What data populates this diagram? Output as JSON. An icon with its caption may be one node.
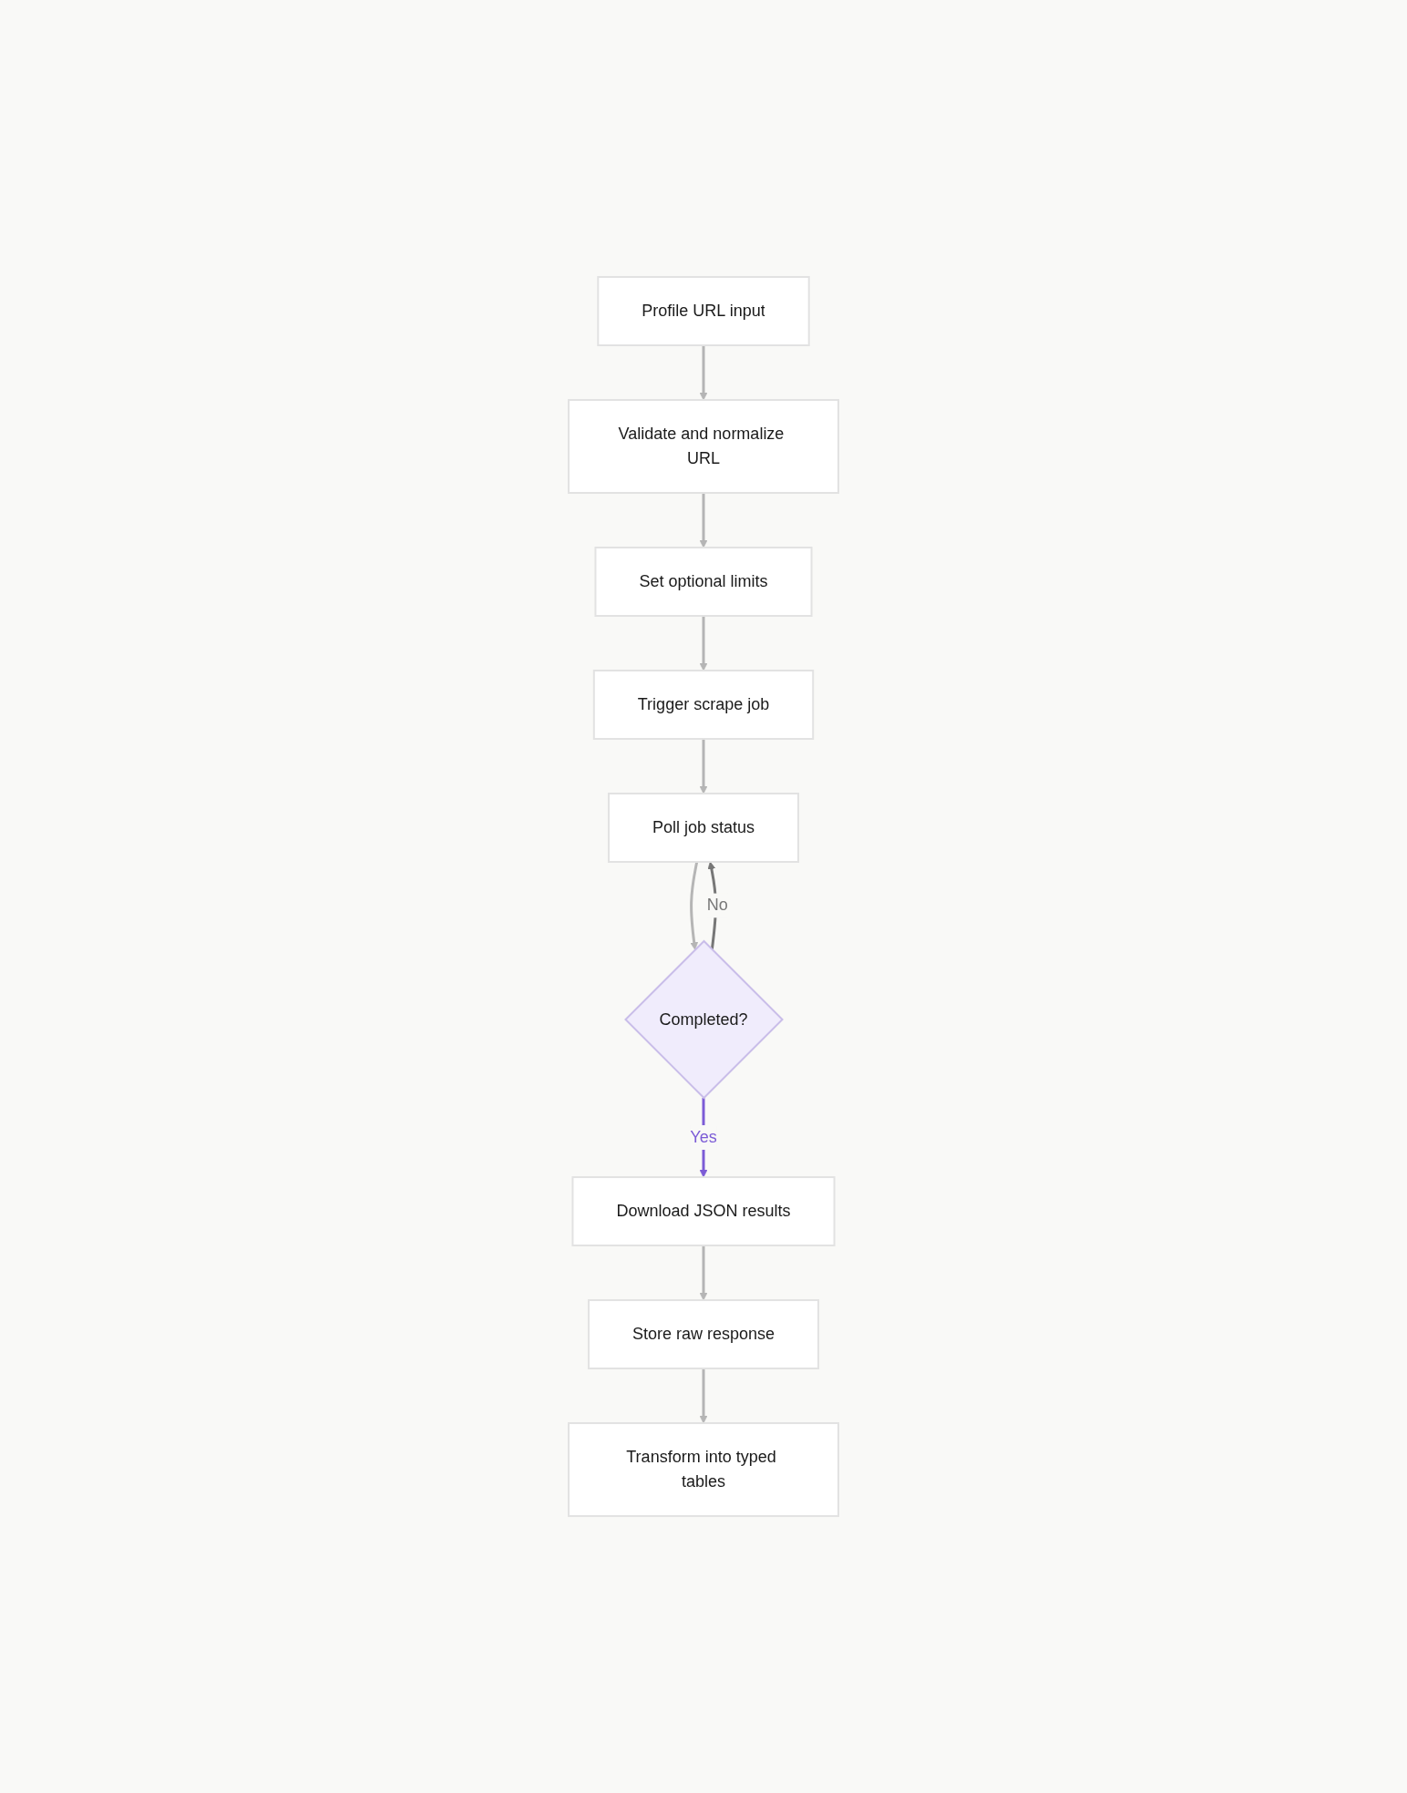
{
  "diagram": {
    "nodes": [
      {
        "text": [
          "Profile URL input"
        ]
      },
      {
        "text": [
          "Validate and normalize URL"
        ]
      },
      {
        "text": [
          "Set optional limits"
        ]
      },
      {
        "text": [
          "Completed?"
        ]
      },
      {
        "text": [
          "Trigger scrape job"
        ]
      },
      {
        "text": [
          "Poll job status"
        ]
      },
      {
        "text": [
          "Download JSON results"
        ]
      },
      {
        "text": [
          "Store raw response"
        ]
      },
      {
        "text": [
          "Transform into typed tables"
        ]
      }
    ],
    "edges": [
      {
        "from": 0,
        "to": 1,
        "arrow": "to"
      },
      {
        "from": 1,
        "to": 2,
        "arrow": "to"
      },
      {
        "from": 2,
        "to": 4,
        "arrow": "to"
      },
      {
        "from": 4,
        "to": 5,
        "arrow": "to"
      },
      {
        "from": 5,
        "to": 3,
        "arrow": "to"
      },
      {
        "from": 3,
        "to": 5,
        "label": "No",
        "arrow": "to",
        "color": "#777777"
      },
      {
        "from": 3,
        "to": 6,
        "label": "Yes",
        "arrow": "to",
        "color": "#7c5cd6"
      },
      {
        "from": 6,
        "to": 7,
        "arrow": "to"
      },
      {
        "from": 7,
        "to": 8,
        "arrow": "to"
      }
    ]
  }
}
